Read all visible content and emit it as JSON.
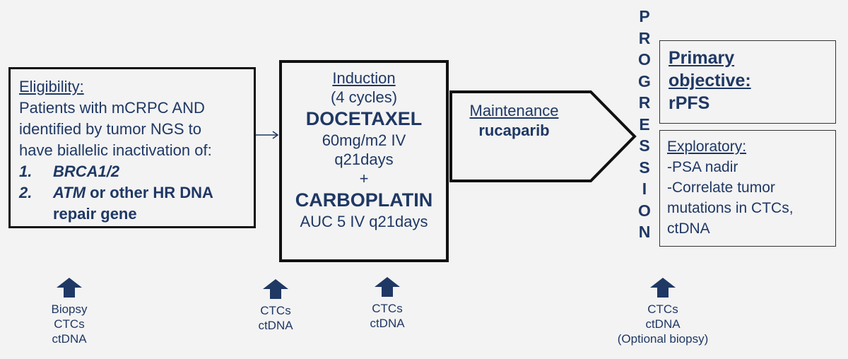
{
  "eligibility": {
    "heading": "Eligibility:",
    "lines": [
      "Patients with mCRPC AND",
      "identified by tumor NGS to",
      "have biallelic inactivation of:"
    ],
    "items": [
      {
        "num": "1.",
        "gene": "BRCA1/2",
        "rest": ""
      },
      {
        "num": "2.",
        "gene": "ATM",
        "rest": " or other HR DNA"
      }
    ],
    "item2_cont": "repair gene"
  },
  "induction": {
    "heading": "Induction",
    "cycles": "(4 cycles)",
    "drug1": "DOCETAXEL",
    "dose1": "60mg/m2 IV",
    "schedule1": "q21days",
    "plus": "+",
    "drug2": "CARBOPLATIN",
    "dose2": "AUC 5 IV q21days"
  },
  "maintenance": {
    "heading": "Maintenance",
    "drug": "rucaparib"
  },
  "progression": [
    "P",
    "R",
    "O",
    "G",
    "R",
    "E",
    "S",
    "S",
    "I",
    "O",
    "N"
  ],
  "primary": {
    "line1": "Primary",
    "line2": "objective:",
    "line3": "rPFS"
  },
  "exploratory": {
    "heading": "Exploratory:",
    "lines": [
      "-PSA nadir",
      "-Correlate tumor",
      "mutations in CTCs,",
      "ctDNA"
    ]
  },
  "markers": [
    {
      "lines": [
        "Biopsy",
        "CTCs",
        "ctDNA"
      ]
    },
    {
      "lines": [
        "CTCs",
        "ctDNA"
      ]
    },
    {
      "lines": [
        "CTCs",
        "ctDNA"
      ]
    },
    {
      "lines": [
        "CTCs",
        "ctDNA",
        "(Optional biopsy)"
      ]
    }
  ],
  "colors": {
    "text": "#1f3864",
    "marker": "#1f3864",
    "border": "#111111",
    "background": "#f3f3f3"
  }
}
